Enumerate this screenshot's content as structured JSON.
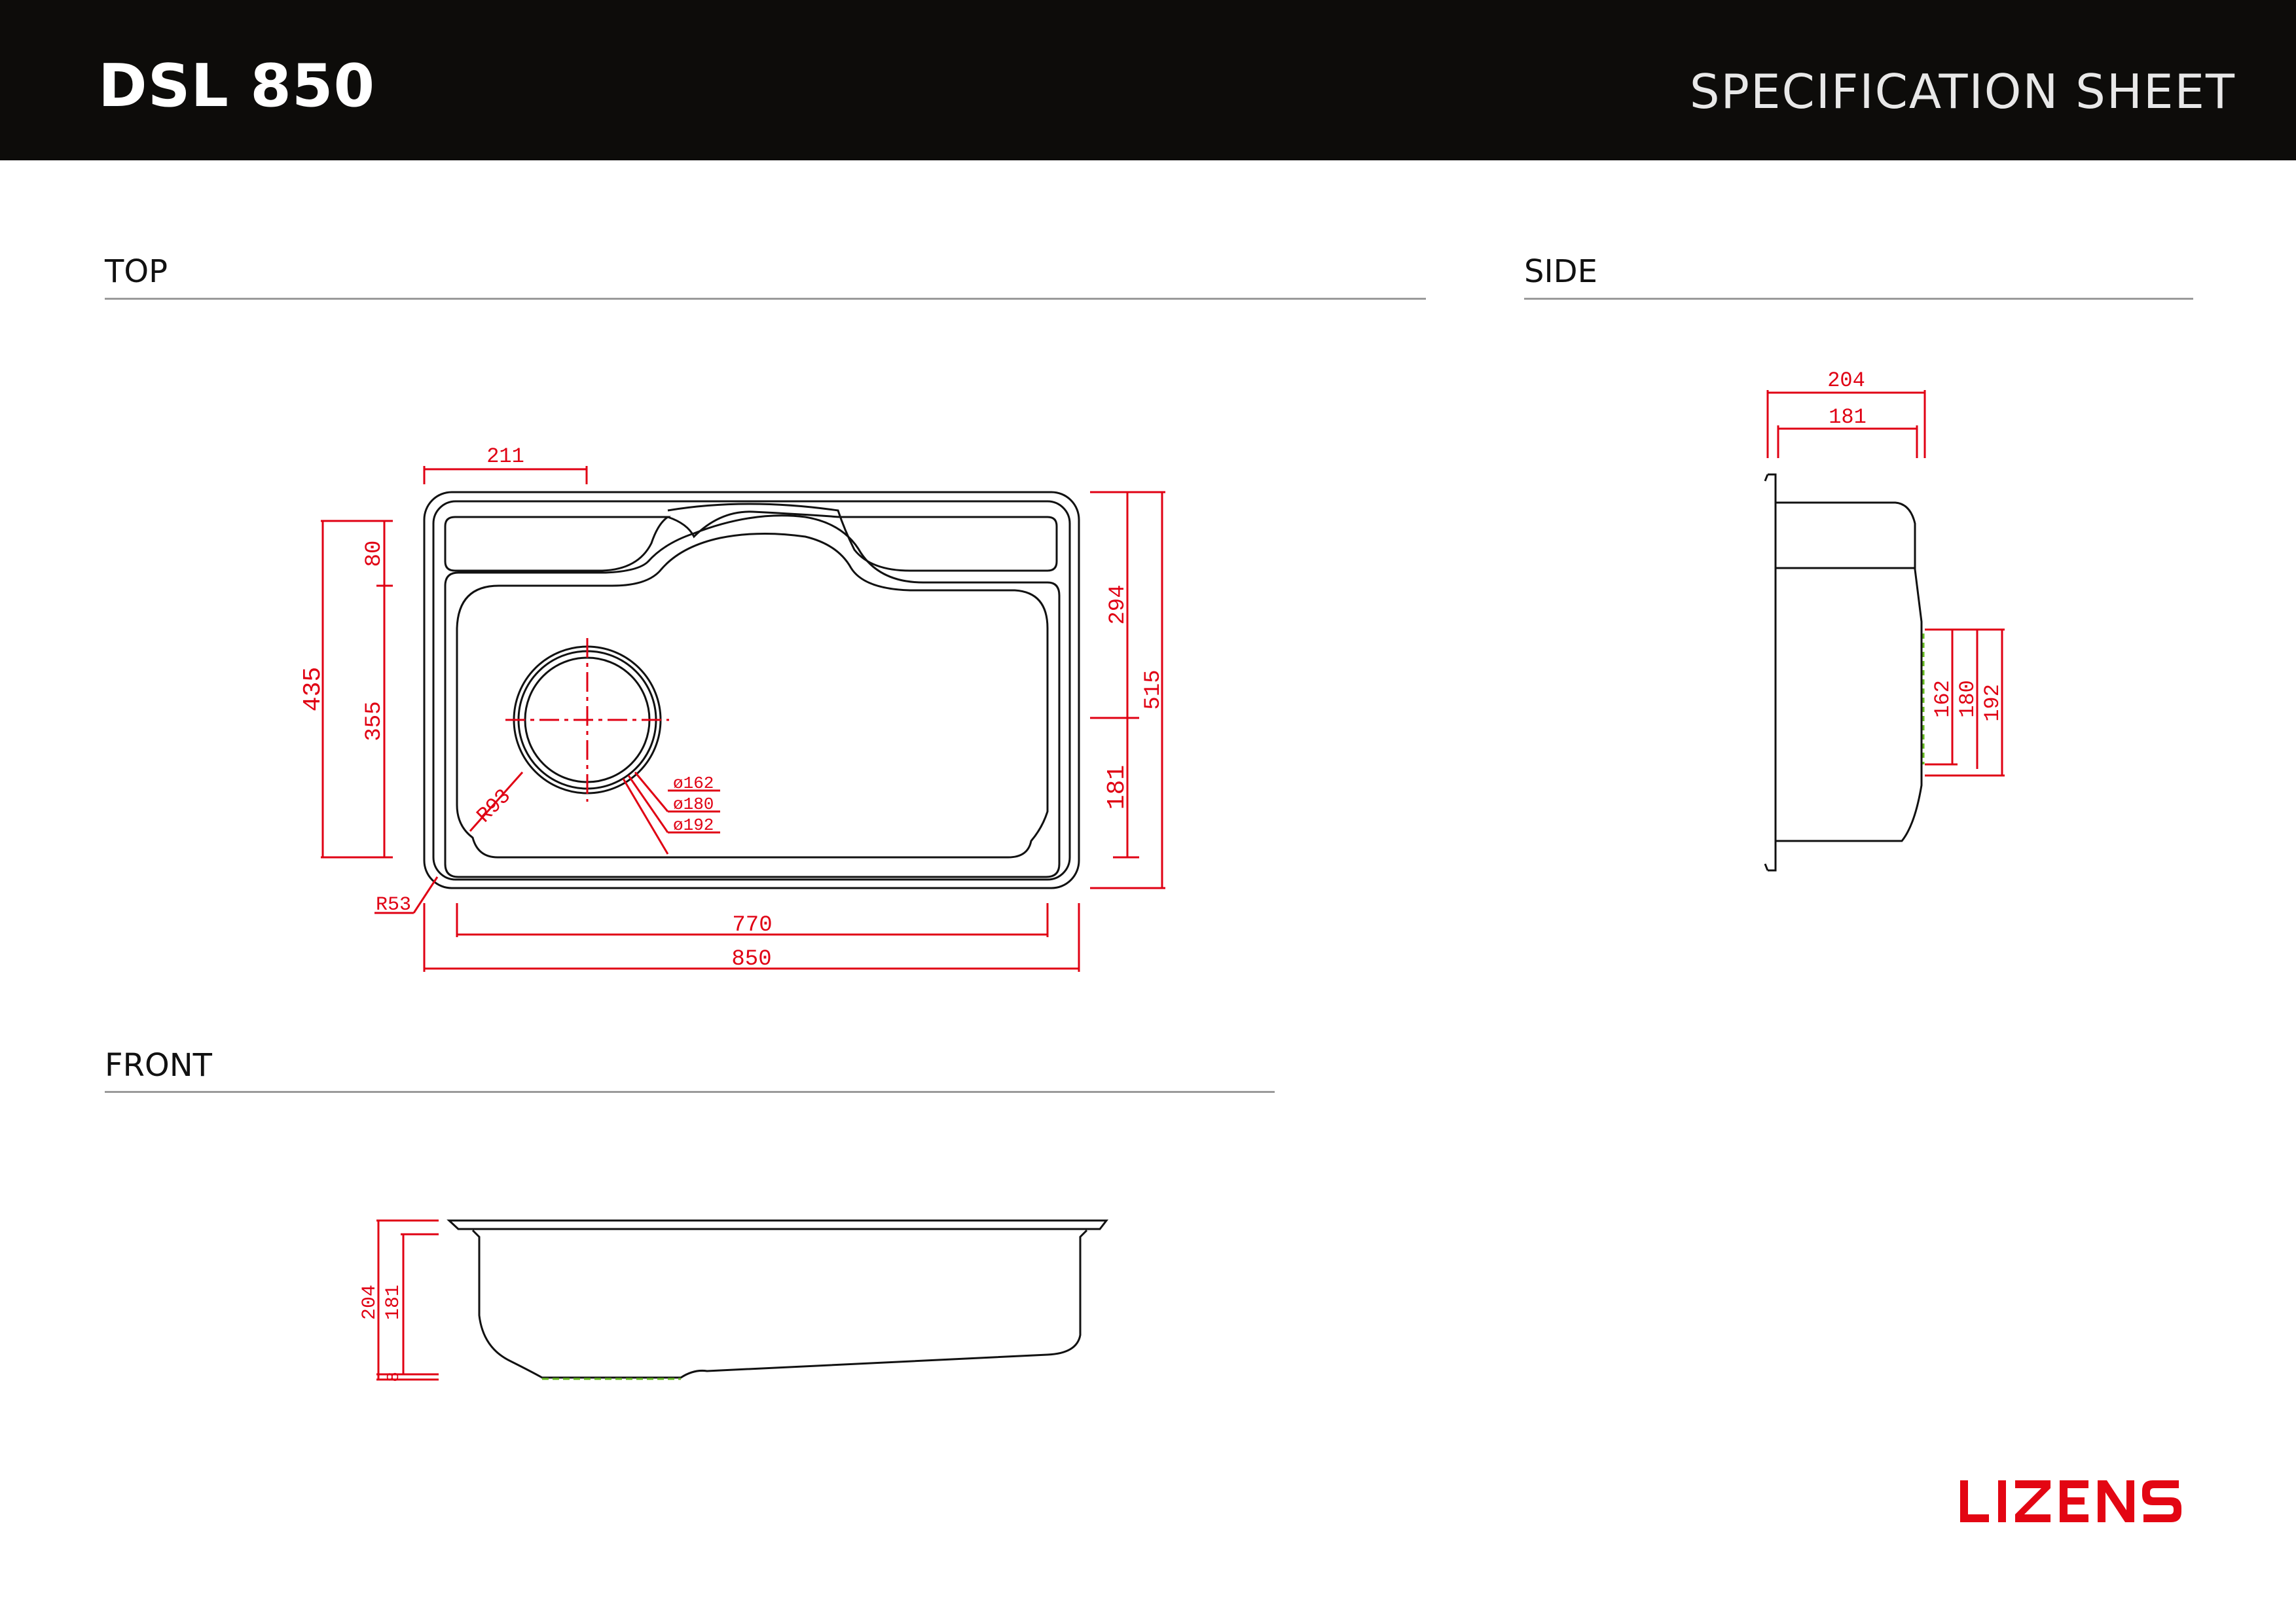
{
  "header": {
    "model": "DSL 850",
    "sheet_type": "SPECIFICATION SHEET"
  },
  "sections": {
    "top": "TOP",
    "side": "SIDE",
    "front": "FRONT"
  },
  "top_view": {
    "dims": {
      "drainboard_width": "211",
      "overall_depth": "435",
      "back_ledge": "80",
      "bowl_depth": "355",
      "upper_depth": "294",
      "total_depth": "515",
      "drain_offset": "181",
      "bowl_width": "770",
      "overall_width": "850",
      "corner_radius": "R53",
      "bowl_radius": "R93",
      "drain_dia_1": "ø162",
      "drain_dia_2": "ø180",
      "drain_dia_3": "ø192"
    }
  },
  "side_view": {
    "dims": {
      "overall_height": "204",
      "bowl_height": "181",
      "drain_1": "162",
      "drain_2": "180",
      "drain_3": "192"
    }
  },
  "front_view": {
    "dims": {
      "overall_height": "204",
      "bowl_height": "181",
      "base": "8"
    }
  },
  "brand": {
    "name": "LIZENS",
    "color": "#e30613"
  },
  "colors": {
    "header_bg": "#0d0c0a",
    "dimension": "#e00013",
    "outline": "#111111",
    "slope_marker": "#66bb22"
  }
}
